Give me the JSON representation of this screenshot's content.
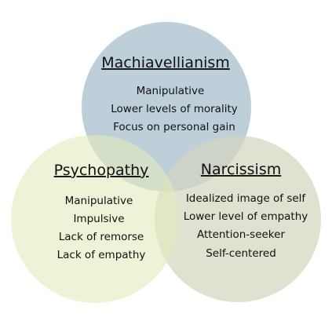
{
  "colors": {
    "machiavellianism": "#a9bfcc",
    "psychopathy": "#e3e9bd",
    "narcissism": "#d2d6bf",
    "text": "#111111"
  },
  "sets": {
    "machiavellianism": {
      "title": "Machiavellianism",
      "items": [
        "Manipulative",
        "Lower levels of morality",
        "Focus on personal gain"
      ]
    },
    "psychopathy": {
      "title": "Psychopathy",
      "items": [
        "Manipulative",
        "Impulsive",
        "Lack of remorse",
        "Lack of empathy"
      ]
    },
    "narcissism": {
      "title": "Narcissism",
      "items": [
        "Idealized image of self",
        "Lower level of empathy",
        "Attention-seeker",
        "Self-centered"
      ]
    }
  }
}
